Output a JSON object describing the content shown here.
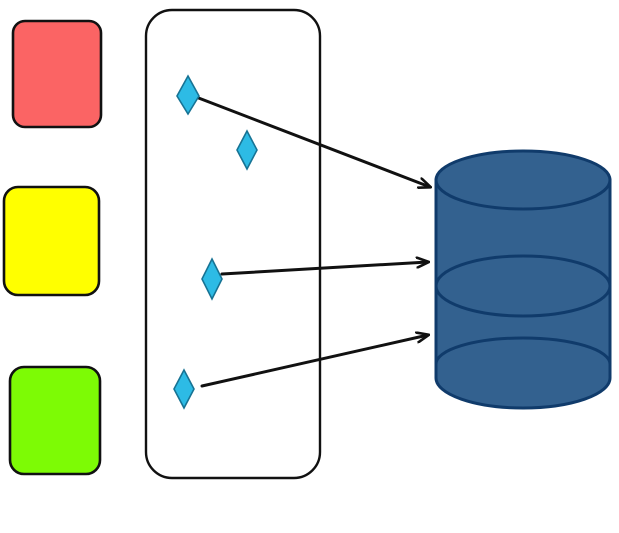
{
  "colors": {
    "background": "#ffffff",
    "outline": "#111111",
    "card_red": "#fb6464",
    "card_yellow": "#ffff00",
    "card_green": "#7dfb05",
    "diamond_fill": "#2dbbe5",
    "diamond_stroke": "#177394",
    "database_fill": "#33618f",
    "database_stroke": "#103b6b",
    "arrow": "#111111"
  },
  "shapes": {
    "cards": [
      {
        "name": "red-card",
        "color": "card_red"
      },
      {
        "name": "yellow-card",
        "color": "card_yellow"
      },
      {
        "name": "green-card",
        "color": "card_green"
      }
    ],
    "container": {
      "name": "panel-container"
    },
    "diamonds": [
      {
        "name": "diamond-node-1",
        "connected": true
      },
      {
        "name": "diamond-node-2",
        "connected": false
      },
      {
        "name": "diamond-node-3",
        "connected": true
      },
      {
        "name": "diamond-node-4",
        "connected": true
      }
    ],
    "arrows": [
      {
        "name": "arrow-1",
        "from": "diamond-node-1",
        "to": "database"
      },
      {
        "name": "arrow-2",
        "from": "diamond-node-3",
        "to": "database"
      },
      {
        "name": "arrow-3",
        "from": "diamond-node-4",
        "to": "database"
      }
    ],
    "database": {
      "name": "database-cylinder",
      "segments": 3
    }
  }
}
